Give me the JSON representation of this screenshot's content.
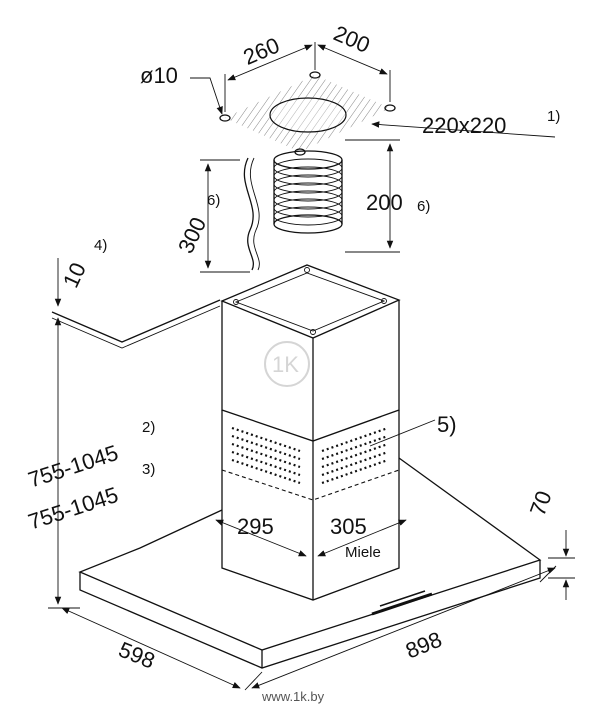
{
  "labels": {
    "hole_diameter": "ø10",
    "width_top_left": "260",
    "width_top_right": "200",
    "duct_size": "220x220",
    "duct_size_note": "1)",
    "cable_height": "300",
    "cable_height_note": "6)",
    "duct_height": "200",
    "duct_height_note": "6)",
    "ceiling_offset": "10",
    "ceiling_offset_note": "4)",
    "height_range_a": "755-1045",
    "height_range_a_note": "2)",
    "height_range_b": "755-1045",
    "height_range_b_note": "3)",
    "chimney_ref": "5)",
    "chimney_width": "295",
    "chimney_depth": "305",
    "canopy_height": "70",
    "canopy_depth": "598",
    "canopy_width": "898",
    "brand_mark": "Miele",
    "watermark_logo": "1K",
    "watermark_url": "www.1k.by"
  }
}
